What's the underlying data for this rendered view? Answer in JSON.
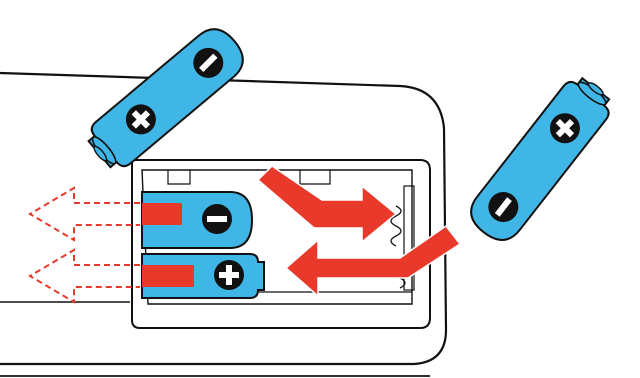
{
  "colors": {
    "battery_fill": "#3fb6e6",
    "outline": "#111111",
    "arrow_red": "#e8392b",
    "remote_body": "#ffffff",
    "compartment_line": "#111111",
    "terminal_symbol_bg": "#111111",
    "terminal_symbol_fg": "#ffffff"
  },
  "icons": {
    "positive_terminal": "plus-circle-icon",
    "negative_terminal": "minus-circle-icon",
    "insert_arrow": "curved-arrow-icon",
    "remove_arrow": "dashed-arrow-icon"
  },
  "batteries": [
    {
      "id": "lifted-top-left",
      "state": "being inserted",
      "terminals": [
        "+",
        "−"
      ]
    },
    {
      "id": "lifted-right",
      "state": "being inserted",
      "terminals": [
        "+",
        "−"
      ]
    },
    {
      "id": "seated-upper",
      "state": "in compartment",
      "terminals": [
        "−"
      ]
    },
    {
      "id": "seated-lower",
      "state": "in compartment",
      "terminals": [
        "+"
      ]
    }
  ],
  "arrows": {
    "insert_count": 2,
    "remove_dashed_count": 2
  }
}
